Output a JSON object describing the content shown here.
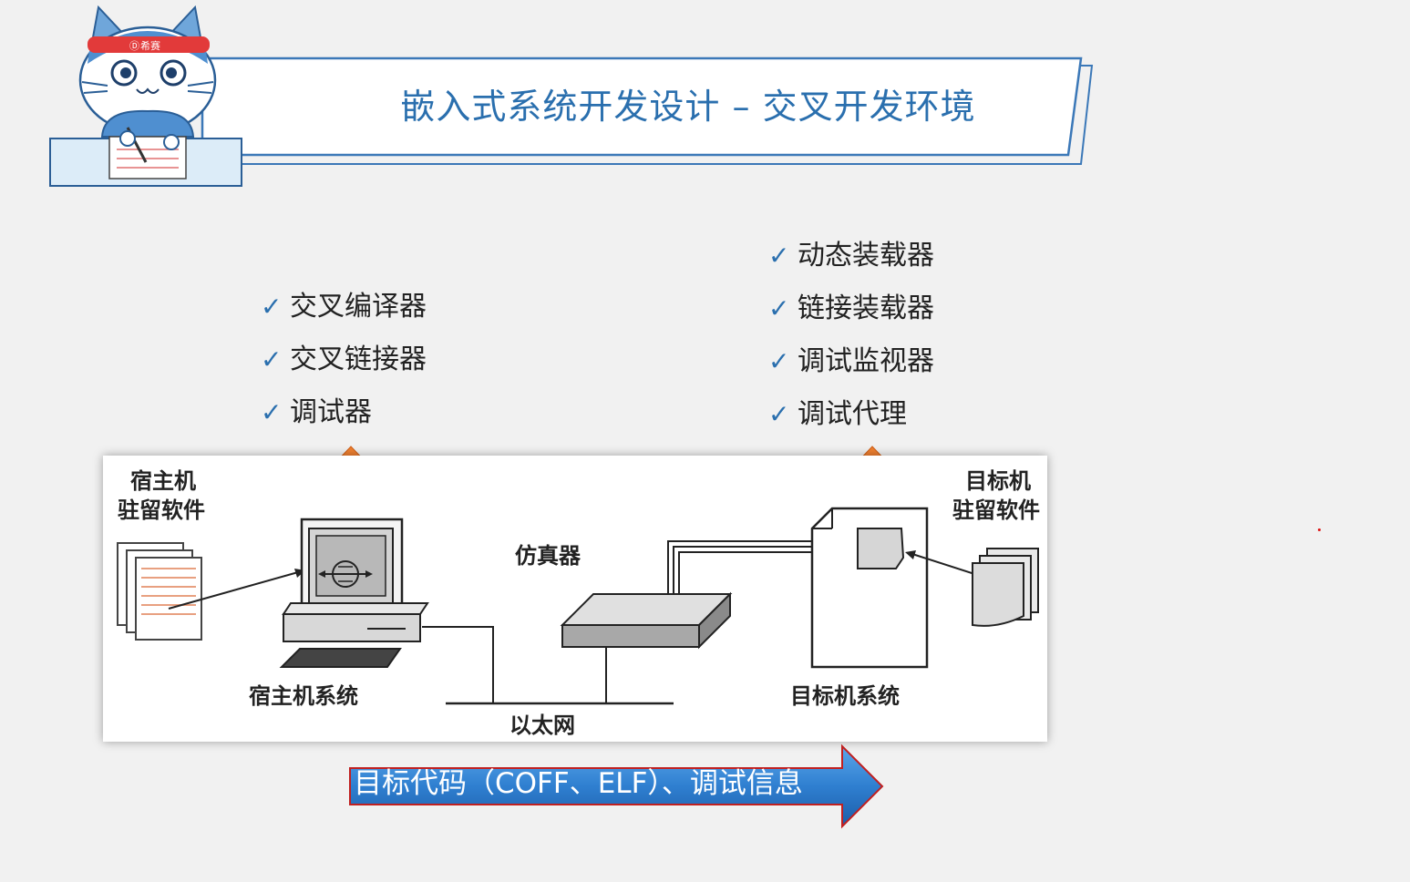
{
  "header": {
    "title": "嵌入式系统开发设计 – 交叉开发环境",
    "mascot_headband_text": "希赛"
  },
  "host_tools": [
    "交叉编译器",
    "交叉链接器",
    "调试器"
  ],
  "target_tools": [
    "动态装载器",
    "链接装载器",
    "调试监视器",
    "调试代理"
  ],
  "diagram": {
    "host_software_label_line1": "宿主机",
    "host_software_label_line2": "驻留软件",
    "target_software_label_line1": "目标机",
    "target_software_label_line2": "驻留软件",
    "emulator_label": "仿真器",
    "host_system_label": "宿主机系统",
    "target_system_label": "目标机系统",
    "ethernet_label": "以太网"
  },
  "bottom_arrow": {
    "label": "目标代码（COFF、ELF）、调试信息"
  },
  "colors": {
    "title_blue": "#2a6fae",
    "up_arrow_orange": "#f08030",
    "arrow_blue": "#2f7fd0",
    "arrow_red_outline": "#c02020"
  }
}
